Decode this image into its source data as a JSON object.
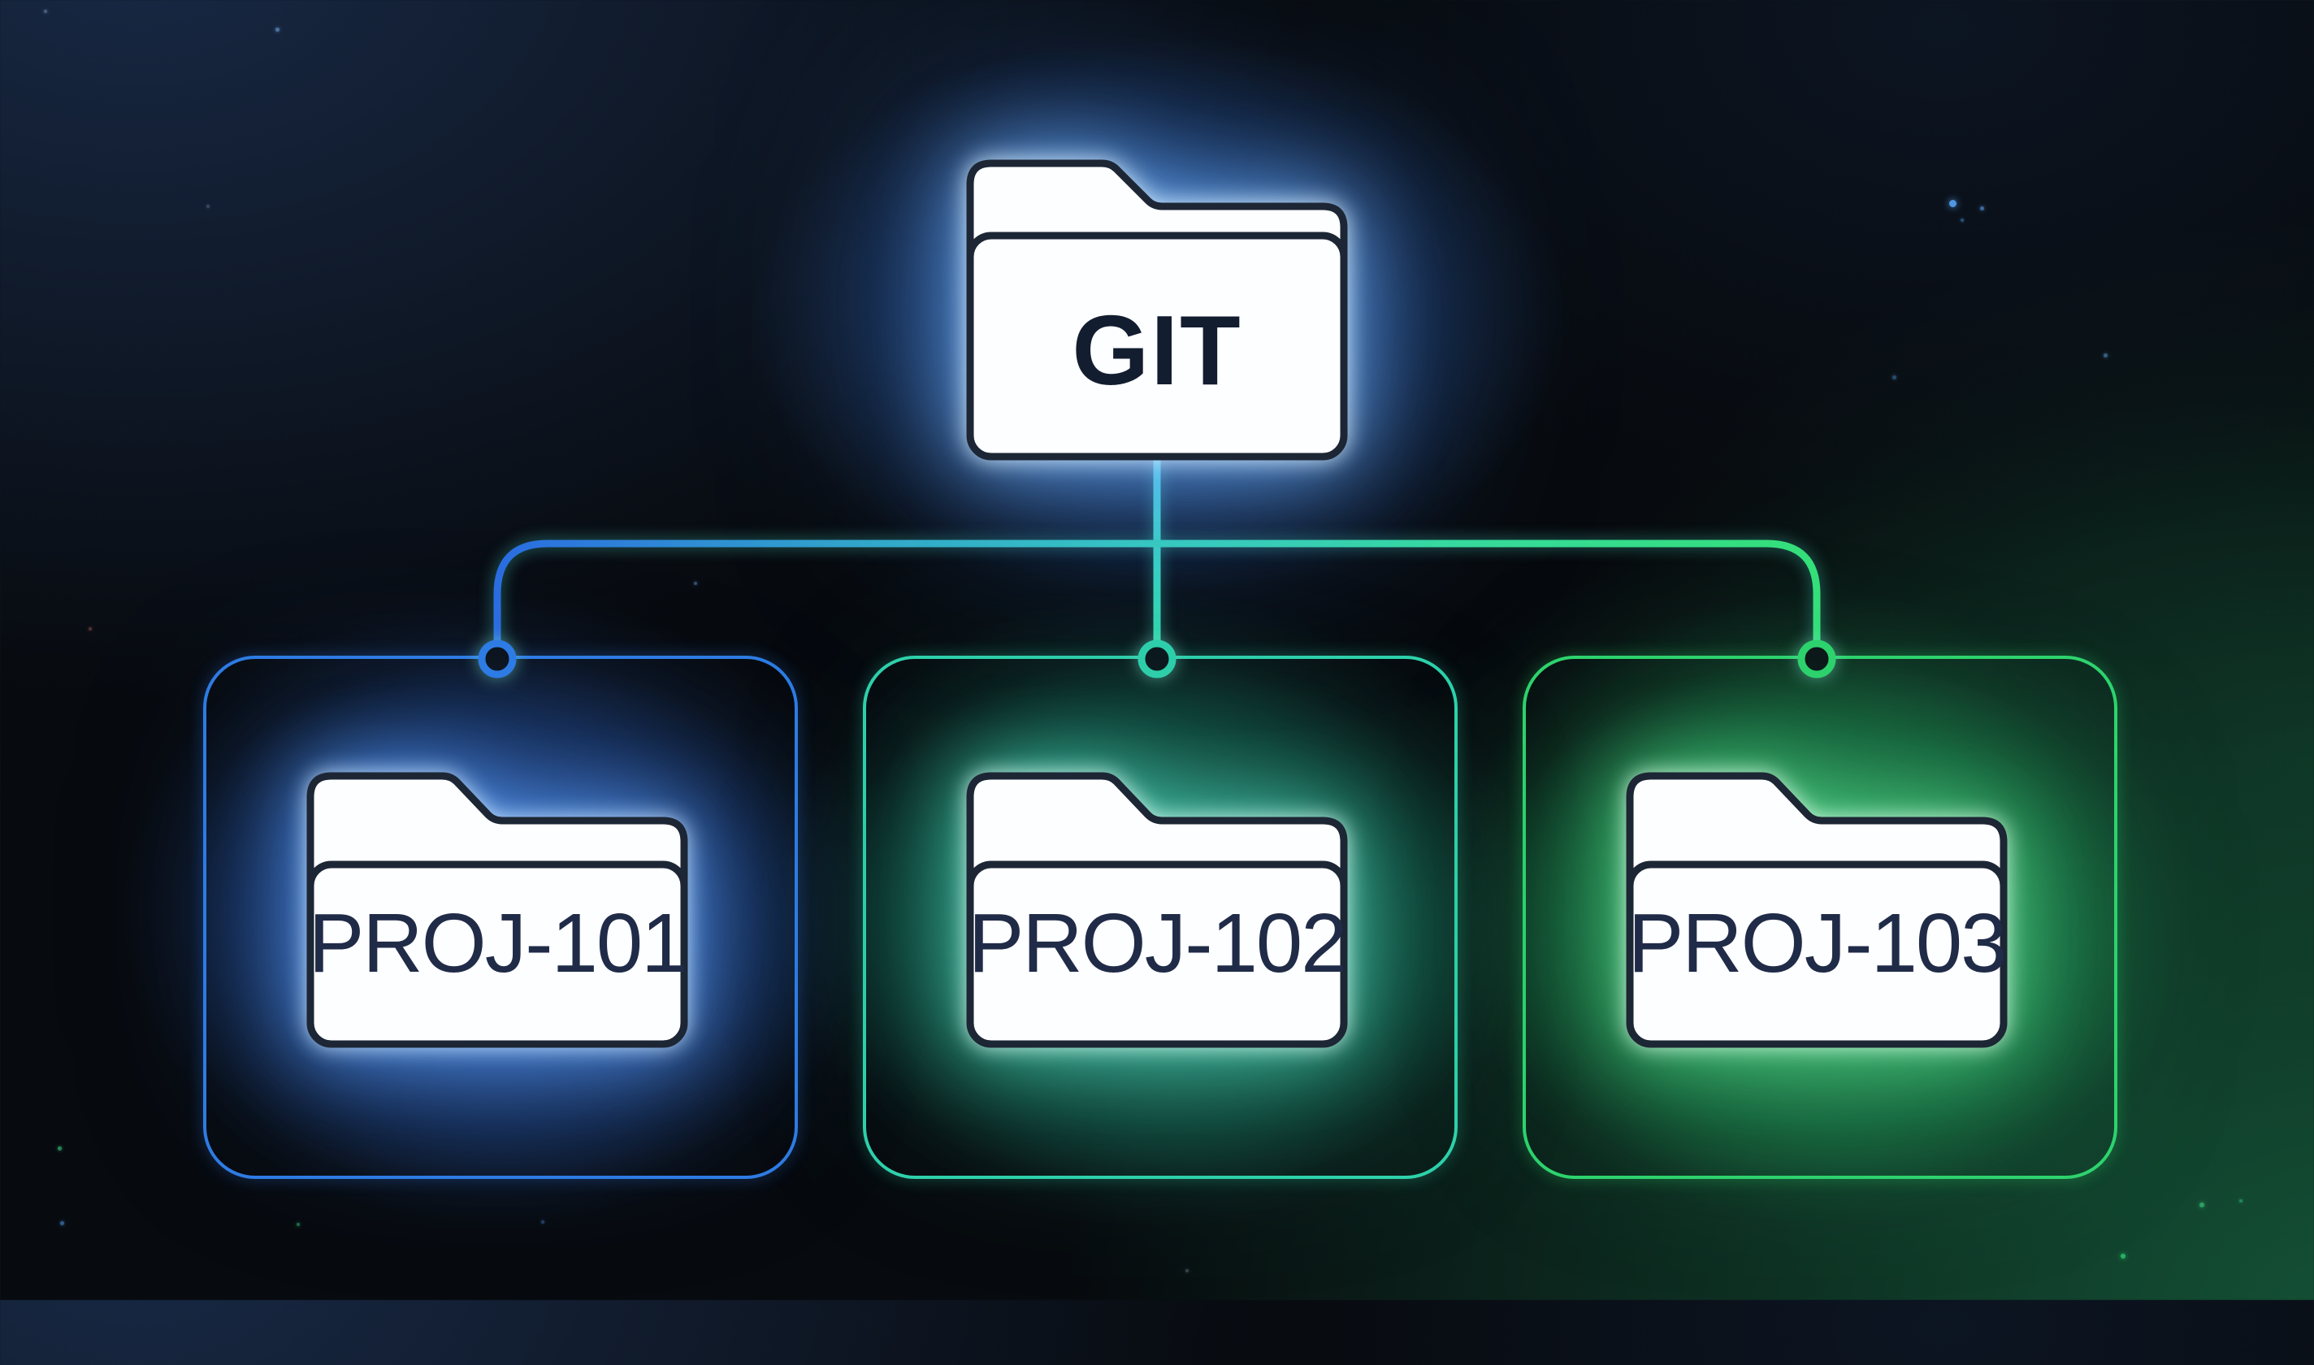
{
  "diagram_type": "folder-hierarchy",
  "root_folder": {
    "label": "GIT"
  },
  "branches": [
    {
      "label": "PROJ-101",
      "accent": "#2e7ce4"
    },
    {
      "label": "PROJ-102",
      "accent": "#2fd2ac"
    },
    {
      "label": "PROJ-103",
      "accent": "#2ed46e"
    }
  ],
  "colors": {
    "background": "#070a0e",
    "navy_ambient": "#1b2e4e",
    "green_ambient": "#155839",
    "connector_blue": "#2b6de0",
    "connector_teal": "#38d6b8",
    "connector_green": "#35e07a",
    "trunk_cyan_top": "#4ad8d8",
    "trunk_cyan_bottom": "#2fd9ab",
    "folder_fill": "#fdfeff",
    "folder_outline": "#1d2634",
    "root_label_color": "#131d30",
    "branch_label_color": "#202b48"
  }
}
